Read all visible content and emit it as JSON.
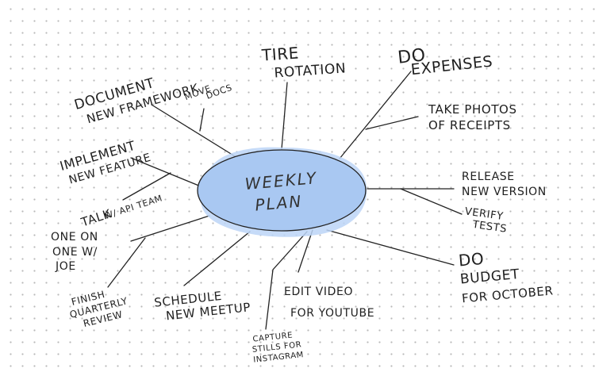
{
  "center": {
    "line1": "WEEKLY",
    "line2": "PLAN"
  },
  "branches": {
    "tire_rotation": [
      "TIRE",
      "ROTATION"
    ],
    "do_expenses": [
      "DO",
      "EXPENSES"
    ],
    "take_photos": [
      "TAKE PHOTOS",
      "OF RECEIPTS"
    ],
    "document": [
      "DOCUMENT",
      "NEW FRAMEWORK"
    ],
    "move_docs": [
      "MOVE",
      "DOCS"
    ],
    "implement": [
      "IMPLEMENT",
      "NEW FEATURE"
    ],
    "talk": [
      "TALK",
      "W/ API TEAM"
    ],
    "one_on_one": [
      "ONE ON",
      "ONE W/",
      "JOE"
    ],
    "finish": [
      "FINISH",
      "QUARTERLY",
      "REVIEW"
    ],
    "schedule": [
      "SCHEDULE",
      "NEW MEETUP"
    ],
    "capture": [
      "CAPTURE",
      "STILLS FOR",
      "INSTAGRAM"
    ],
    "edit_video": [
      "EDIT VIDEO",
      "FOR YOUTUBE"
    ],
    "do_budget": [
      "DO",
      "BUDGET",
      "FOR OCTOBER"
    ],
    "release": [
      "RELEASE",
      "NEW VERSION"
    ],
    "verify": [
      "VERIFY",
      "TESTS"
    ]
  },
  "colors": {
    "center_fill": "#a9c8f2",
    "center_shadow": "#bcd5f7",
    "ink": "#1f1f1f",
    "dots": "#b9b9b9"
  }
}
